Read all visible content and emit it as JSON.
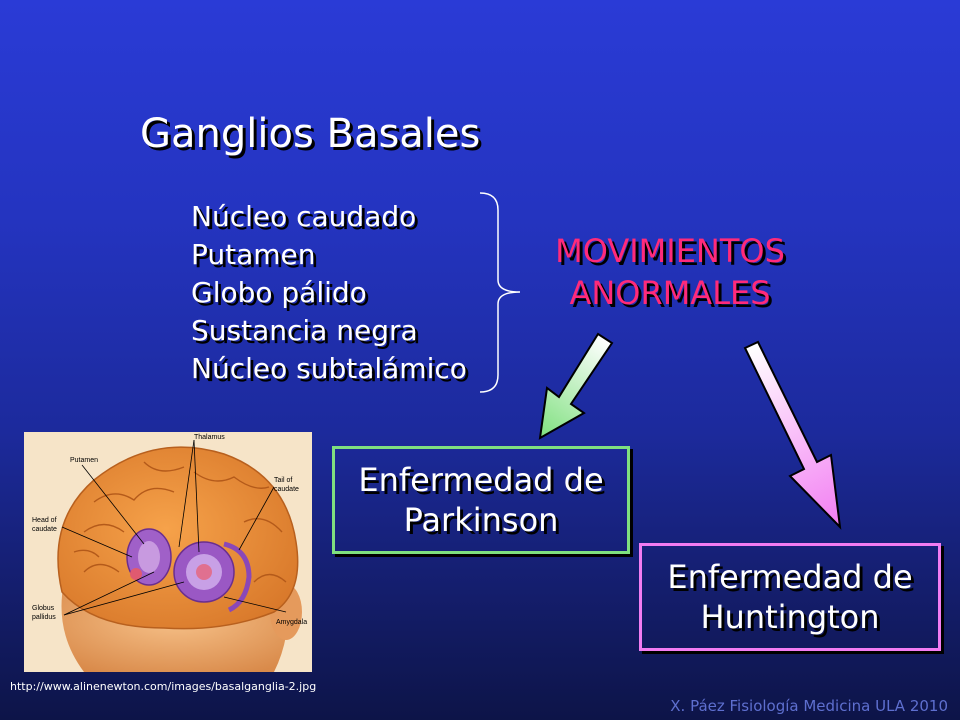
{
  "slide": {
    "title": "Ganglios Basales",
    "components": [
      "Núcleo caudado",
      "Putamen",
      "Globo pálido",
      "Sustancia negra",
      "Núcleo subtalámico"
    ],
    "result": {
      "line1": "MOVIMIENTOS",
      "line2": "ANORMALES"
    },
    "diseases": {
      "parkinson": {
        "line1": "Enfermedad de",
        "line2": "Parkinson"
      },
      "huntington": {
        "line1": "Enfermedad de",
        "line2": "Huntington"
      }
    },
    "figure": {
      "labels": {
        "thalamus": "Thalamus",
        "putamen": "Putamen",
        "tail1": "Tail of",
        "tail2": "caudate",
        "head1": "Head of",
        "head2": "caudate",
        "globus1": "Globus",
        "globus2": "pallidus",
        "amygdala": "Amygdala"
      }
    },
    "source_url": "http://www.alinenewton.com/images/basalganglia-2.jpg",
    "credit": "X. Páez Fisiología Medicina ULA 2010"
  },
  "colors": {
    "background_top": "#2a3bd6",
    "background_bottom": "#0d1448",
    "result_text": "#ff2a7a",
    "parkinson_border": "#7fe07f",
    "huntington_border": "#f27cf2",
    "arrow_green": "#7fe07f",
    "arrow_pink": "#f27cf2"
  },
  "icons": {
    "brace": "right-curly-brace",
    "arrow_left": "gradient-arrow-down-left",
    "arrow_right": "gradient-arrow-down-right"
  }
}
